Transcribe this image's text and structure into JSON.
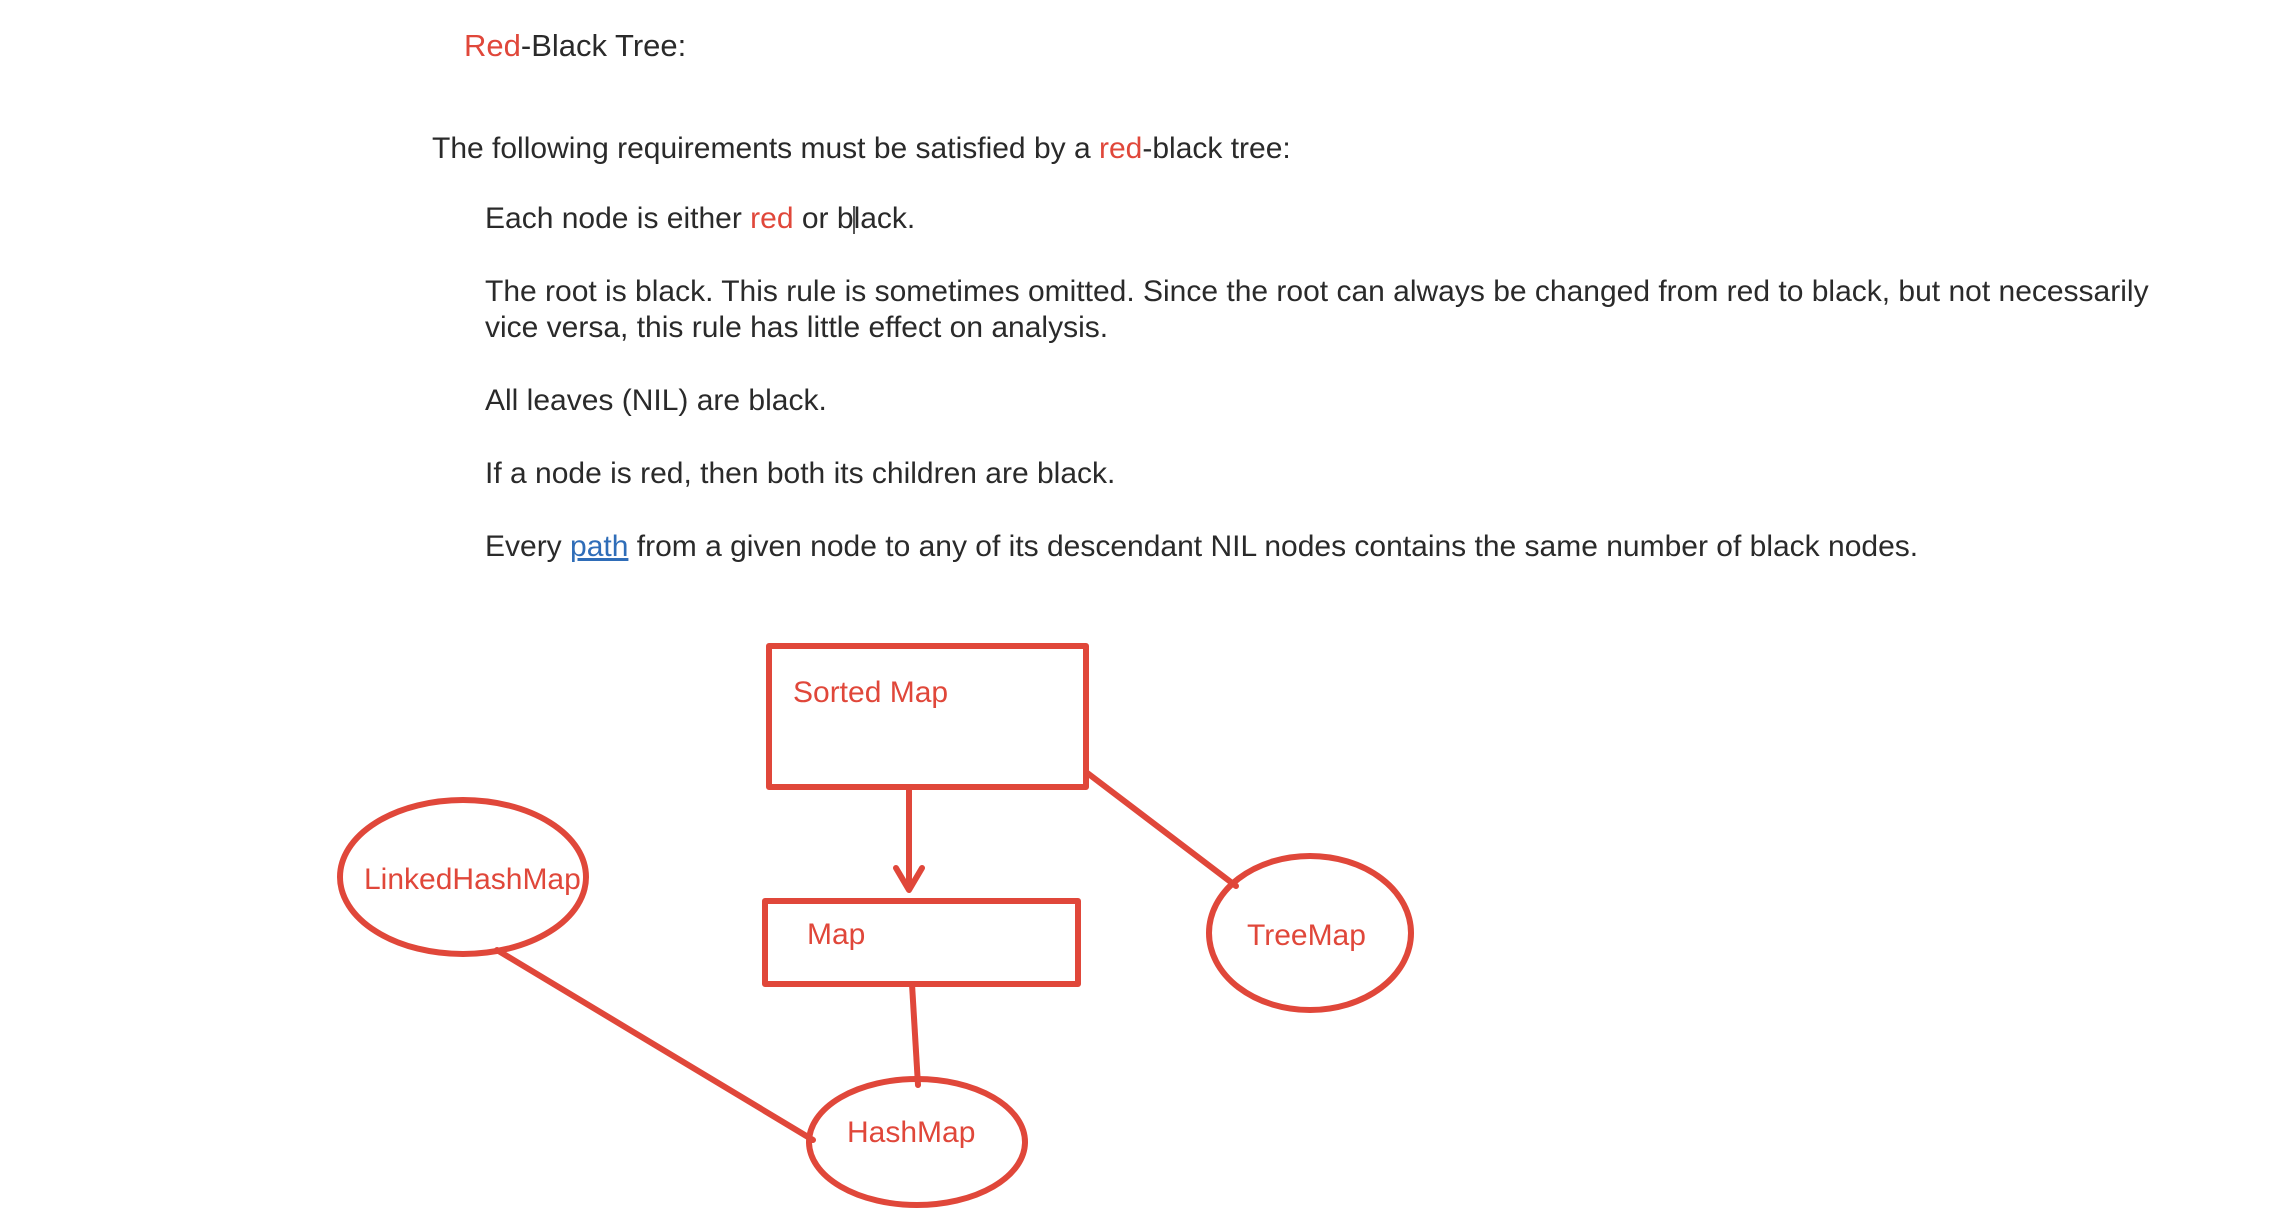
{
  "heading": {
    "part_red": "Red",
    "part_rest": "-Black Tree:"
  },
  "intro": {
    "before": "The following requirements must be satisfied by a ",
    "red_word": "red",
    "after": "-black tree:"
  },
  "rules": {
    "r1": {
      "before": "Each node is either ",
      "red_word": "red",
      "middle": " or b",
      "after": "ack.",
      "caret_char": "l"
    },
    "r2": "The root is black. This rule is sometimes omitted. Since the root can always be changed from red to black, but not necessarily vice versa, this rule has little effect on analysis.",
    "r3": "All leaves (NIL) are black.",
    "r4": "If a node is red, then both its children are black.",
    "r5": {
      "before": "Every ",
      "link": "path",
      "after": " from a given node to any of its descendant NIL nodes contains the same number of black nodes."
    }
  },
  "diagram": {
    "stroke_color": "#e0473a",
    "nodes": {
      "sorted_map": "Sorted Map",
      "map": "Map",
      "tree_map": "TreeMap",
      "linked_hash_map": "LinkedHashMap",
      "hash_map": "HashMap"
    }
  }
}
